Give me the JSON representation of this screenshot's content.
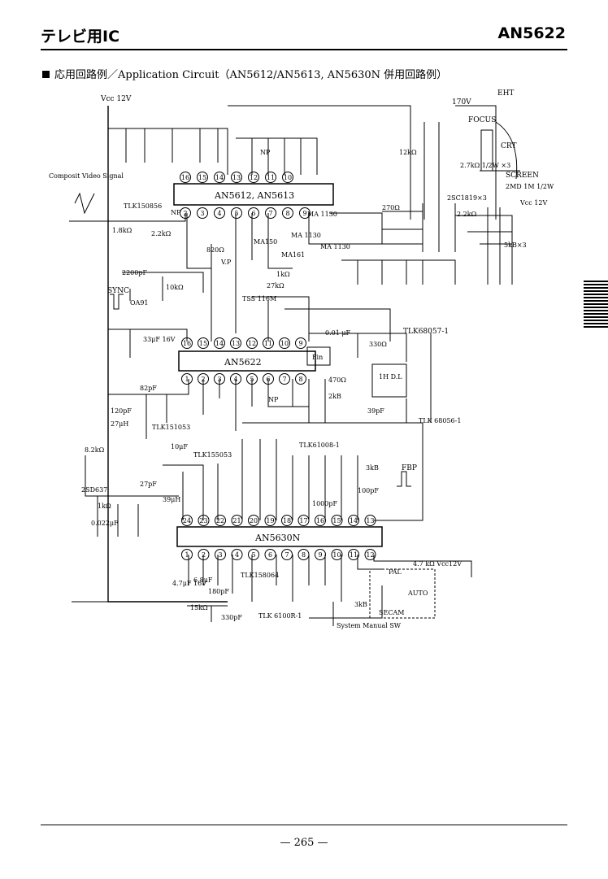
{
  "header": {
    "category": "テレビ用IC",
    "part_number": "AN5622"
  },
  "title": "応用回路例／Application Circuit（AN5612/AN5613, AN5630N 併用回路例）",
  "page_number": "— 265 —",
  "ics": [
    {
      "id": "ic1",
      "label": "AN5612, AN5613",
      "top_pins": [
        "16",
        "15",
        "14",
        "13",
        "12",
        "11",
        "10"
      ],
      "bottom_pins": [
        "2",
        "3",
        "4",
        "5",
        "6",
        "7",
        "8",
        "9"
      ]
    },
    {
      "id": "ic2",
      "label": "AN5622",
      "top_pins": [
        "16",
        "15",
        "14",
        "13",
        "12",
        "11",
        "10",
        "9"
      ],
      "bottom_pins": [
        "1",
        "2",
        "3",
        "4",
        "5",
        "6",
        "7",
        "8"
      ]
    },
    {
      "id": "ic3",
      "label": "AN5630N",
      "top_pins": [
        "24",
        "23",
        "22",
        "21",
        "20",
        "19",
        "18",
        "17",
        "16",
        "15",
        "14",
        "13"
      ],
      "bottom_pins": [
        "1",
        "2",
        "3",
        "4",
        "5",
        "6",
        "7",
        "8",
        "9",
        "10",
        "11",
        "12"
      ]
    }
  ],
  "labels": {
    "vcc_top": "Vcc 12V",
    "v170": "170V",
    "eht": "EHT",
    "focus": "FOCUS",
    "crt": "CRT",
    "screen": "SCREEN",
    "composite": "Composit Video Signal",
    "tlk150856": "TLK150856",
    "sync": "SYNC",
    "oa91": "OA91",
    "tlk151053": "TLK151053",
    "tlk155053": "TLK155053",
    "sd637": "2SD637",
    "tlk68057": "TLK68057-1",
    "tlk68056": "TLK 68056-1",
    "tlk61008": "TLK61008-1",
    "tlk6100r": "TLK 6100R-1",
    "tlk158064": "TLK158064",
    "fbp": "FBP",
    "fin": "Fin",
    "dl": "1H D.L",
    "tss": "TSS 116M",
    "ma150": "MA150",
    "ma161": "MA161",
    "ma1130a": "MA 1130",
    "ma1130b": "MA 1130",
    "ma1130c": "MA 1130",
    "c1819": "2SC1819×3",
    "vcc_right": "Vcc 12V",
    "kb5x3": "5kB×3",
    "res12k": "12kΩ",
    "res27k": "2.7kΩ 1/2W ×3",
    "res2md": "2MD 1M 1/2W",
    "res270": "270Ω",
    "res22k": "2.2kΩ",
    "res18k": "1.8kΩ",
    "res22k2": "2.2kΩ",
    "res820": "820Ω",
    "res1k": "1kΩ",
    "res27kb": "27kΩ",
    "res10k": "10kΩ",
    "res330": "330Ω",
    "res470": "470Ω",
    "res2kb": "2kB",
    "res82k": "8.2kΩ",
    "res1kc": "1kΩ",
    "res15k": "15kΩ",
    "res3kb": "3kB",
    "res3kb2": "3kB",
    "cap33u": "33μF 16V",
    "cap001": "0.01 μF",
    "cap2200": "2200pF",
    "cap82": "82pF",
    "cap120": "120pF",
    "cap27u": "27μH",
    "cap39u": "39μH",
    "cap27p": "27pF",
    "cap330p": "330pF",
    "cap39p": "39pF",
    "cap1000": "1000pF",
    "cap100p": "100pF",
    "cap022": "0.022μF",
    "cap10u": "10μF",
    "cap47u": "4.7μF 16V",
    "cap180": "180pF",
    "cap68": "6.8μF",
    "vp": "V.P",
    "np1": "NP",
    "np2": "NP",
    "np3": "NP",
    "pal": "PAL",
    "auto": "AUTO",
    "secam": "SECAM",
    "vcc_sw": "4.7 kΩ  Vcc12V",
    "system_sw": "System Manual SW"
  }
}
